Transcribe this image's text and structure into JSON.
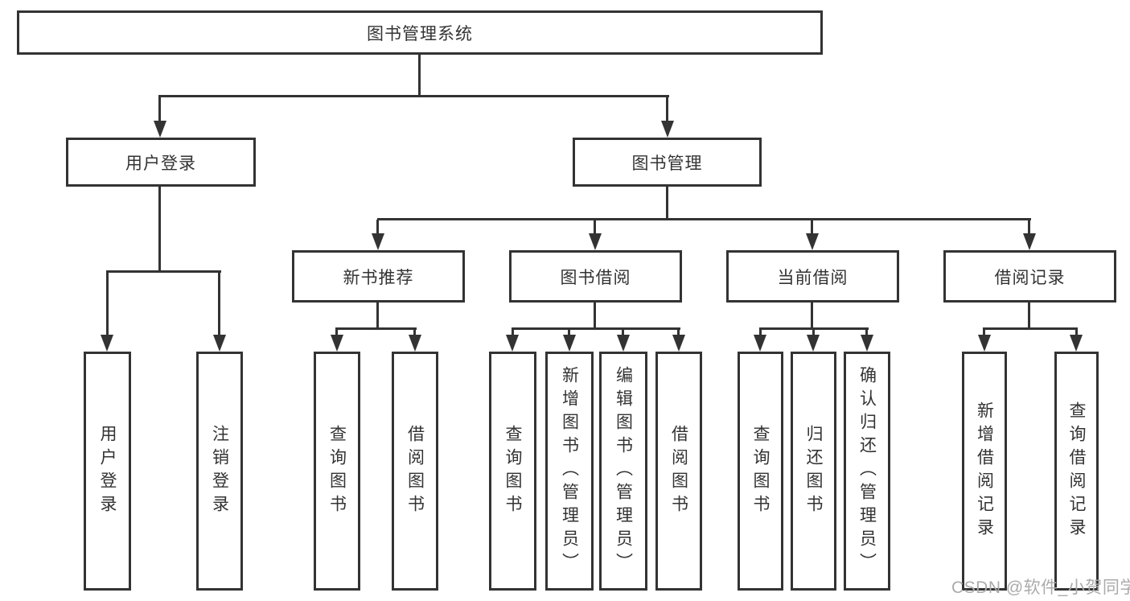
{
  "diagram": {
    "root": {
      "label": "图书管理系统"
    },
    "level2": [
      {
        "label": "用户登录"
      },
      {
        "label": "图书管理"
      }
    ],
    "level3": [
      {
        "label": "新书推荐",
        "parent": "图书管理"
      },
      {
        "label": "图书借阅",
        "parent": "图书管理"
      },
      {
        "label": "当前借阅",
        "parent": "图书管理"
      },
      {
        "label": "借阅记录",
        "parent": "图书管理"
      }
    ],
    "leaves": [
      {
        "label": "用户登录",
        "parent": "用户登录"
      },
      {
        "label": "注销登录",
        "parent": "用户登录"
      },
      {
        "label": "查询图书",
        "parent": "新书推荐"
      },
      {
        "label": "借阅图书",
        "parent": "新书推荐"
      },
      {
        "label": "查询图书",
        "parent": "图书借阅"
      },
      {
        "label": "新增图书（管理员）",
        "parent": "图书借阅"
      },
      {
        "label": "编辑图书（管理员）",
        "parent": "图书借阅"
      },
      {
        "label": "借阅图书",
        "parent": "图书借阅"
      },
      {
        "label": "查询图书",
        "parent": "当前借阅"
      },
      {
        "label": "归还图书",
        "parent": "当前借阅"
      },
      {
        "label": "确认归还（管理员）",
        "parent": "当前借阅"
      },
      {
        "label": "新增借阅记录",
        "parent": "借阅记录"
      },
      {
        "label": "查询借阅记录",
        "parent": "借阅记录"
      }
    ],
    "watermark": "CSDN @软件_小贺同学",
    "colors": {
      "line": "#333333",
      "text": "#333333",
      "watermark": "#ababab",
      "background": "#ffffff"
    }
  }
}
